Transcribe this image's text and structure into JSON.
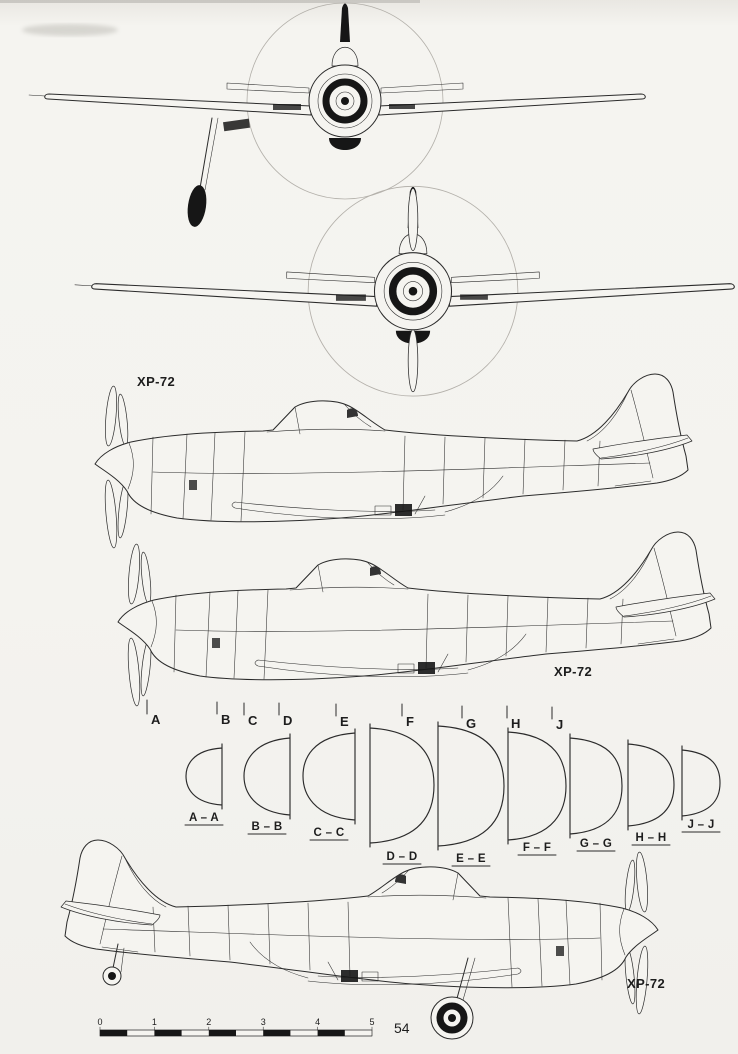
{
  "colors": {
    "paper": "#f4f3ef",
    "ink": "#2b2b2b"
  },
  "xp72_labels": [
    "XP-72",
    "XP-72",
    "XP-72"
  ],
  "sections": {
    "markers": [
      "A",
      "B",
      "C",
      "D",
      "E",
      "F",
      "G",
      "H",
      "J"
    ],
    "labels": [
      "A – A",
      "B – B",
      "C – C",
      "D – D",
      "E – E",
      "F – F",
      "G – G",
      "H – H",
      "J – J"
    ]
  },
  "scale_bar": {
    "ticks": [
      "0",
      "1",
      "2",
      "3",
      "4",
      "5"
    ]
  },
  "page_number": "54"
}
